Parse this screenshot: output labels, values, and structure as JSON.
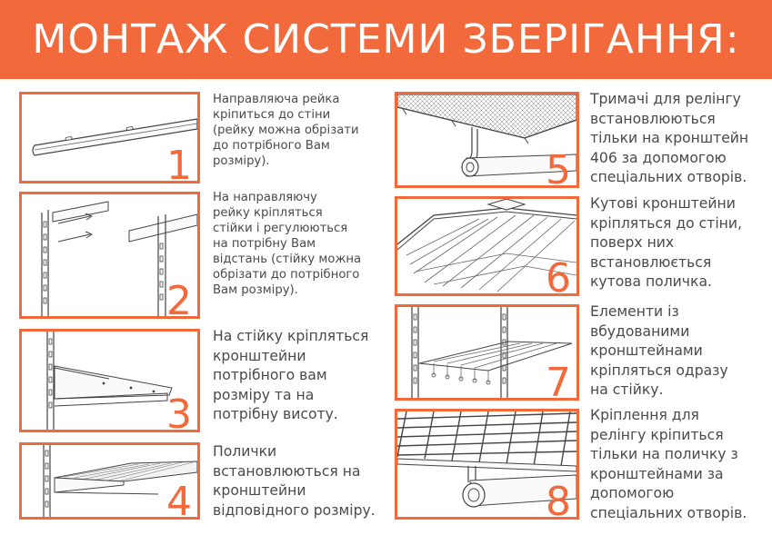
{
  "title": "МОНТАЖ СИСТЕМИ ЗБЕРІГАННЯ:",
  "accent_color": "#F26A3C",
  "steps": [
    {
      "number": "1",
      "text": "Направляюча рейка\nкріпиться до стіни\n(рейку можна обрізати\nдо потрібного Вам\nрозміру)."
    },
    {
      "number": "2",
      "text": "На направляючу\nрейку кріпляться\nстійки і регулюються\nна потрібну Вам\nвідстань (стійку можна\nобрізати до потрібного\nВам розміру)."
    },
    {
      "number": "3",
      "text": "На стійку кріпляться\nкронштейни\nпотрібного вам\nрозміру та на\nпотрібну висоту."
    },
    {
      "number": "4",
      "text": "Полички\nвстановлюються на\nкронштейни\nвідповідного розміру."
    },
    {
      "number": "5",
      "text": "Тримачі для релінгу\nвстановлюються\nтільки на кронштейн\n406 за допомогою\nспеціальних отворів."
    },
    {
      "number": "6",
      "text": "Кутові кронштейни\nкріпляться до стіни,\nповерх них\nвстановлюється\nкутова поличка."
    },
    {
      "number": "7",
      "text": "Елементи із\nвбудованими\nкронштейнами\nкріпляться одразу\nна стійку."
    },
    {
      "number": "8",
      "text": "Кріплення для\nрелінгу кріпиться\nтільки на поличку з\nкронштейнами за\nдопомогою\nспеціальних отворів."
    }
  ]
}
